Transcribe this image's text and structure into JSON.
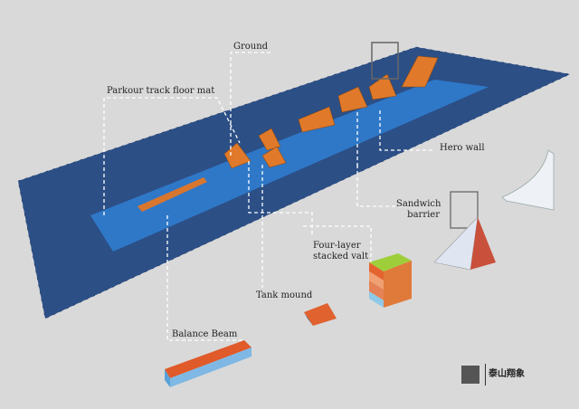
{
  "labels": {
    "ground": "Ground",
    "floor_mat": "Parkour track floor mat",
    "hero_wall": "Hero wall",
    "sandwich_barrier_1": "Sandwich",
    "sandwich_barrier_2": "barrier",
    "four_layer_1": "Four-layer",
    "four_layer_2": "stacked  valt",
    "tank_mound": "Tank mound",
    "balance_beam": "Balance Beam"
  },
  "brand": {
    "name": "泰山翔象"
  },
  "colors": {
    "background": "#d9d9d9",
    "mat": "#2c4f86",
    "track": "#2f78c8",
    "obstacle": "#e07a2a"
  }
}
